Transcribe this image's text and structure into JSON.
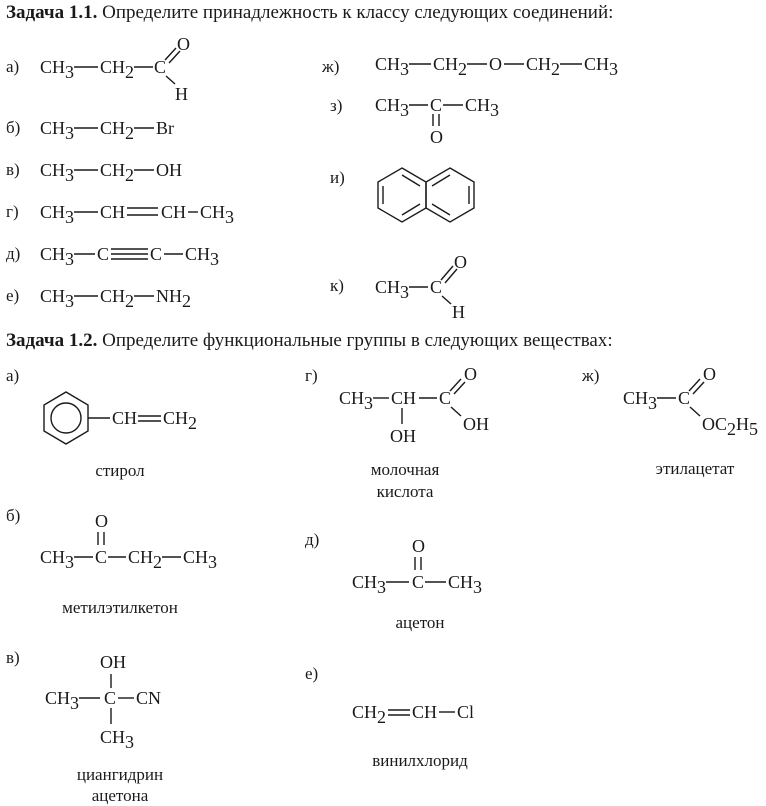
{
  "task1": {
    "title": "Задача 1.1.",
    "text": "Определите принадлежность к классу следующих соединений:",
    "labels": [
      "а)",
      "б)",
      "в)",
      "г)",
      "д)",
      "е)",
      "ж)",
      "з)",
      "и)",
      "к)"
    ]
  },
  "task2": {
    "title": "Задача 1.2.",
    "text": "Определите функциональные группы в следующих веществах:",
    "labels": [
      "а)",
      "б)",
      "в)",
      "г)",
      "д)",
      "е)",
      "ж)"
    ],
    "names": {
      "a": "стирол",
      "b": "метилэтилкетон",
      "v": [
        "циангидрин",
        "ацетона"
      ],
      "g": [
        "молочная",
        "кислота"
      ],
      "d": "ацетон",
      "e": "винилхлорид",
      "zh": "этилацетат"
    }
  }
}
